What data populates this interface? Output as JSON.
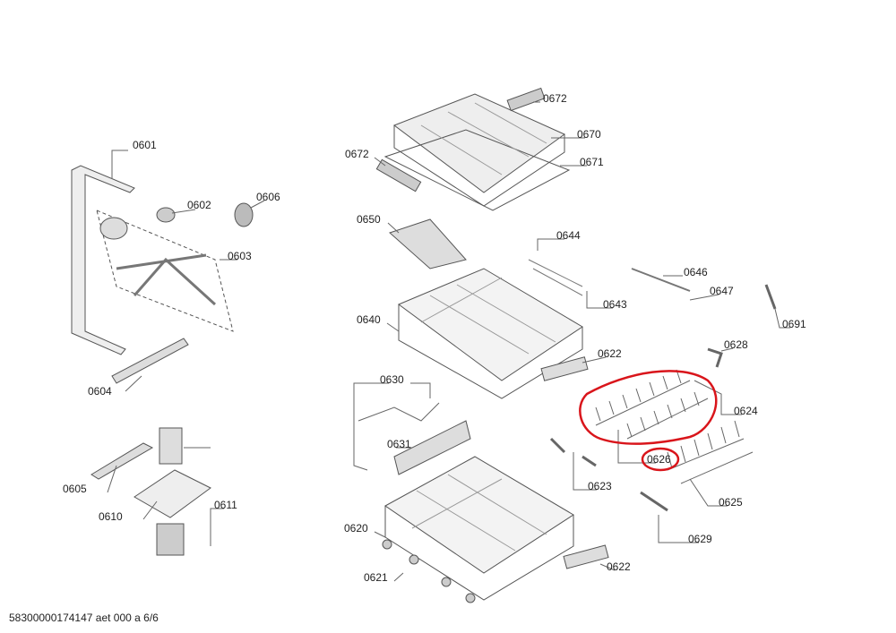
{
  "diagram": {
    "part_labels": [
      "0601",
      "0602",
      "0606",
      "0603",
      "0604",
      "0605",
      "0610",
      "0611",
      "0672",
      "0670",
      "0671",
      "0672",
      "0650",
      "0644",
      "0646",
      "0647",
      "0643",
      "0691",
      "0640",
      "0622",
      "0628",
      "0630",
      "0624",
      "0631",
      "0626",
      "0623",
      "0625",
      "0620",
      "0629",
      "0621",
      "0622"
    ],
    "highlight_color": "#d9151b",
    "highlighted_part": "0626"
  },
  "footer": {
    "text": "58300000174147 aet 000 a 6/6"
  }
}
